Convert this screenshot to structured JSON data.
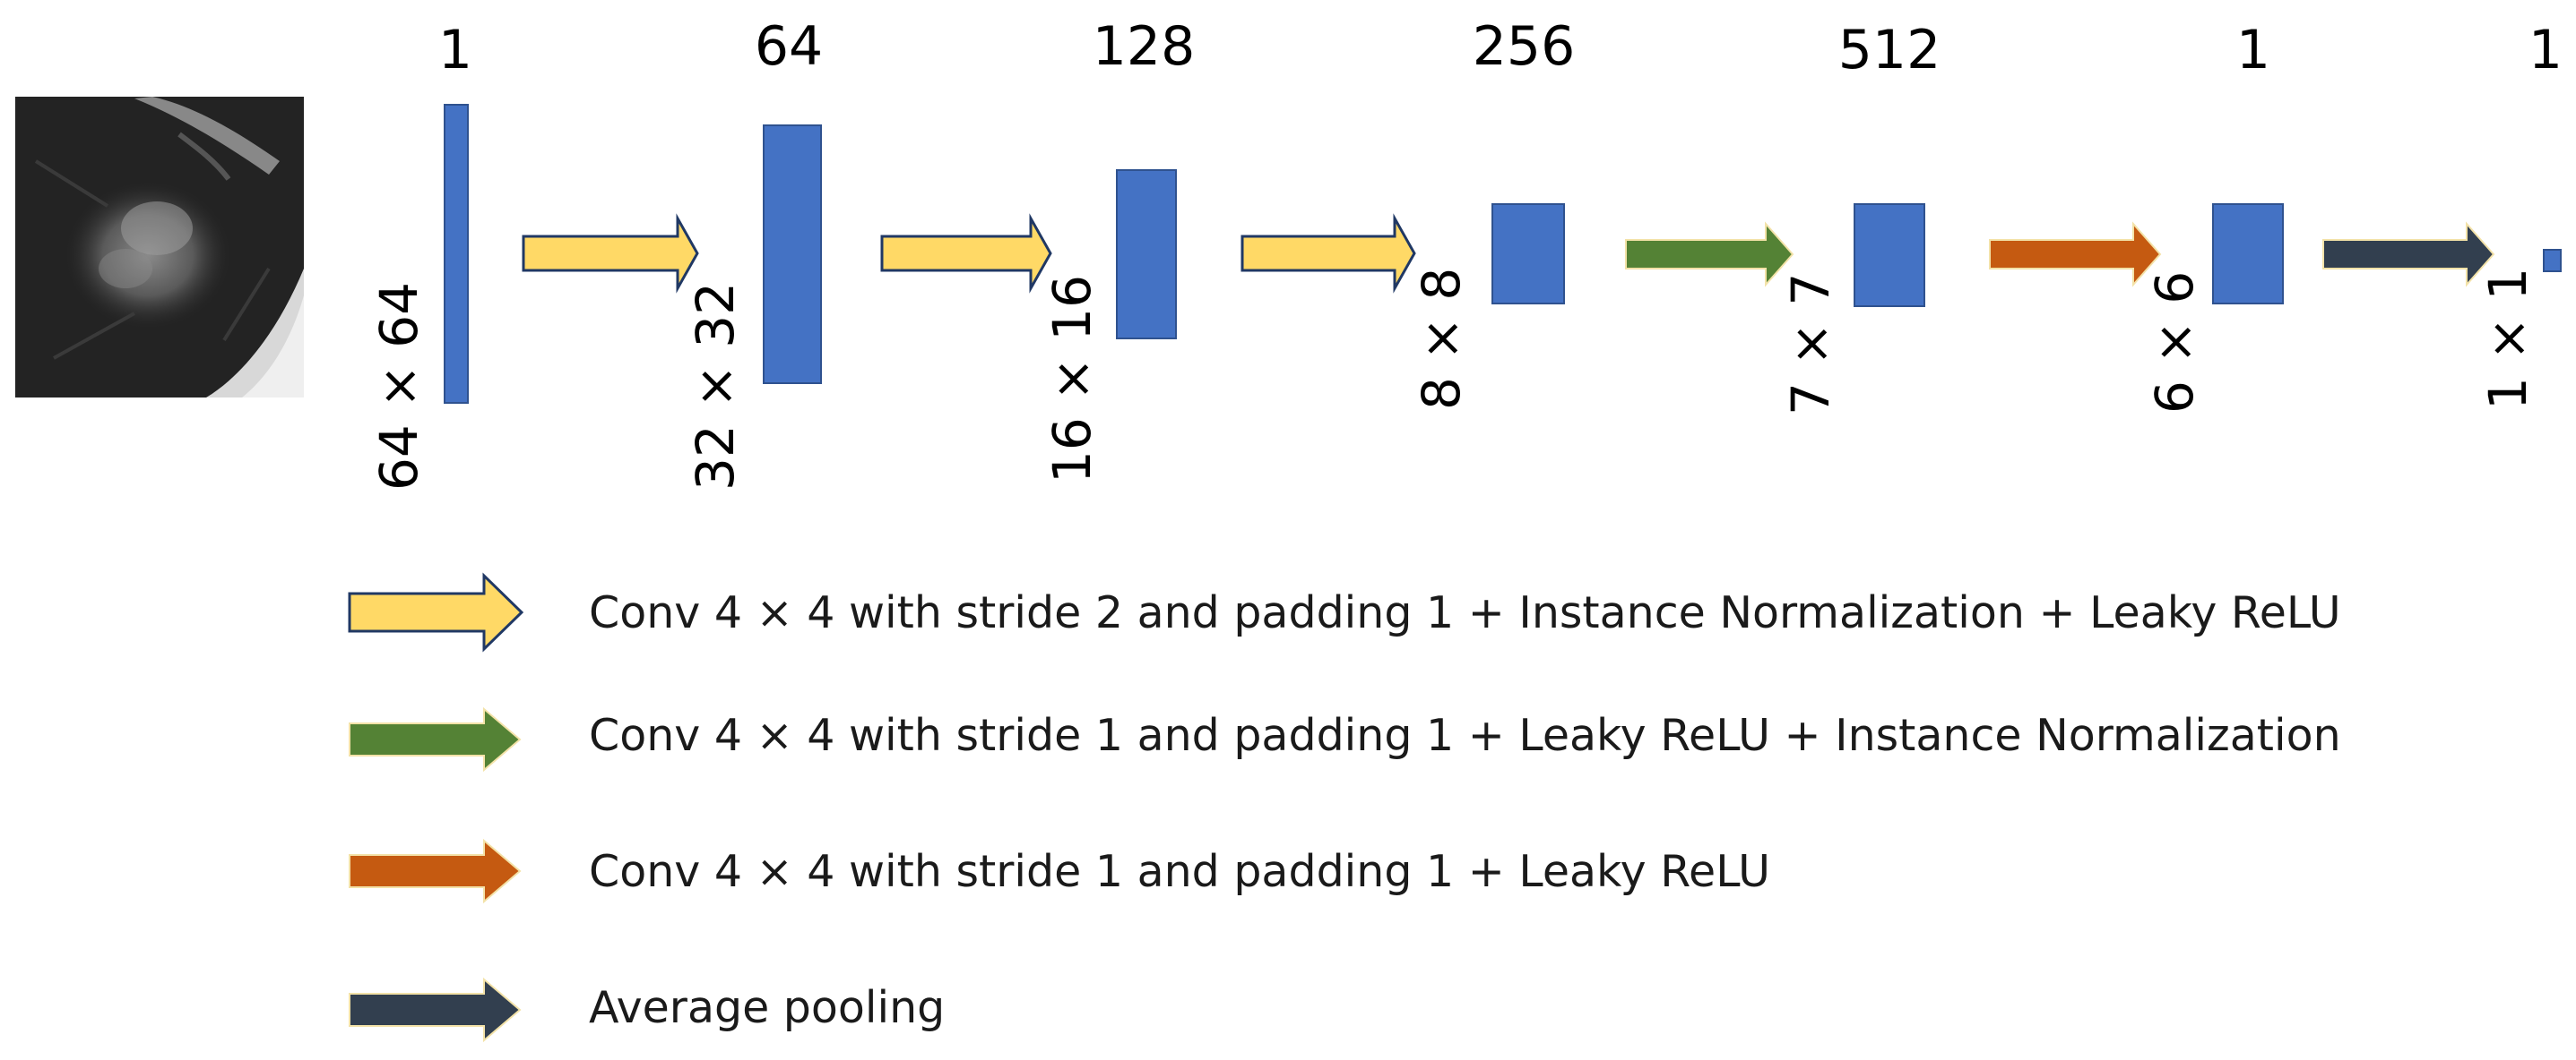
{
  "colors": {
    "block_fill": "#4472C4",
    "block_stroke": "#2F528F",
    "conv_stride2_arrow": "#FFD966",
    "conv_stride1_in_arrow": "#548235",
    "conv_stride1_arrow": "#C55A11",
    "avg_pool_arrow": "#323F4F",
    "arrow_outline": "#203864"
  },
  "input_image": {
    "kind": "grayscale CT nodule patch"
  },
  "stages": [
    {
      "channels": "1",
      "size": "64 × 64"
    },
    {
      "channels": "64",
      "size": "32 × 32"
    },
    {
      "channels": "128",
      "size": "16 × 16"
    },
    {
      "channels": "256",
      "size": "8 × 8"
    },
    {
      "channels": "512",
      "size": "7 × 7"
    },
    {
      "channels": "1",
      "size": "6 × 6"
    },
    {
      "channels": "1",
      "size": "1 × 1"
    }
  ],
  "flow_arrows": [
    "conv_stride2",
    "conv_stride2",
    "conv_stride2",
    "conv_stride1_in",
    "conv_stride1",
    "avg_pool"
  ],
  "legend": [
    {
      "arrow": "conv_stride2",
      "label": "Conv 4 × 4 with stride 2 and padding 1 + Instance Normalization + Leaky ReLU"
    },
    {
      "arrow": "conv_stride1_in",
      "label": "Conv 4 × 4 with stride 1 and padding 1 + Leaky ReLU + Instance Normalization"
    },
    {
      "arrow": "conv_stride1",
      "label": "Conv 4 × 4 with stride 1 and padding 1 + Leaky ReLU"
    },
    {
      "arrow": "avg_pool",
      "label": "Average pooling"
    }
  ]
}
